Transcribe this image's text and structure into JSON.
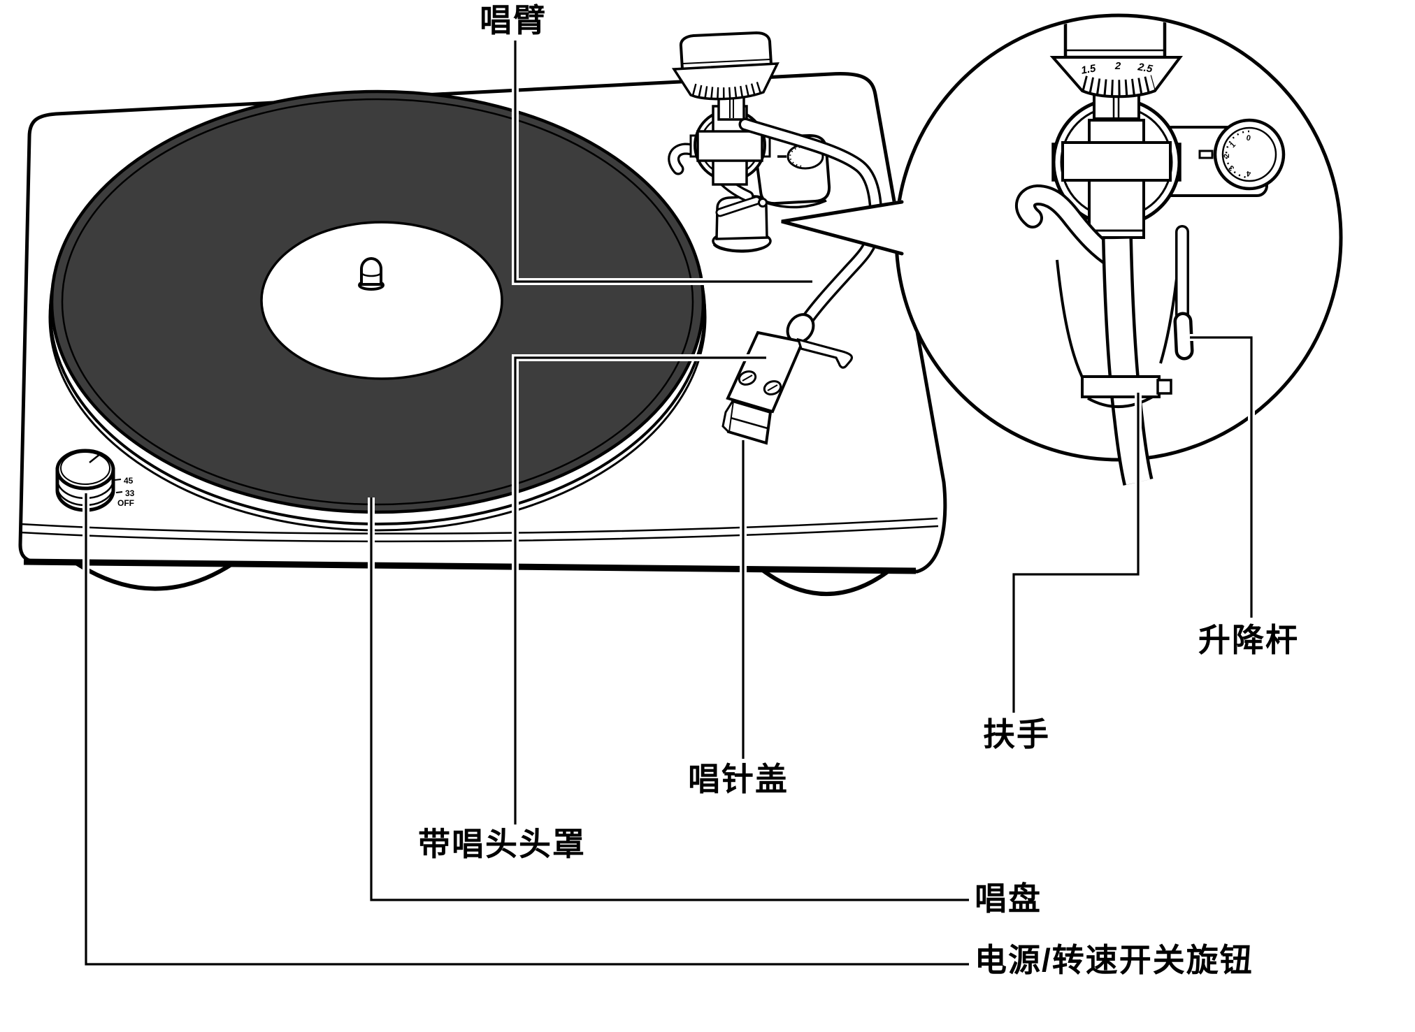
{
  "diagram": {
    "labels": {
      "tonearm": "唱臂",
      "lift_lever": "升降杆",
      "arm_rest": "扶手",
      "stylus_cover": "唱针盖",
      "headshell": "带唱头头罩",
      "platter": "唱盘",
      "power_speed_knob": "电源/转速开关旋钮"
    },
    "counterweight_scale": [
      "1.5",
      "2",
      "2.5"
    ],
    "antiskate_dial": [
      "0",
      "1",
      "2",
      "3",
      "4"
    ],
    "knob_markings": [
      "45",
      "33",
      "OFF"
    ],
    "colors": {
      "line": "#000000",
      "record_mat": "#3d3d3d",
      "background": "#ffffff"
    }
  }
}
